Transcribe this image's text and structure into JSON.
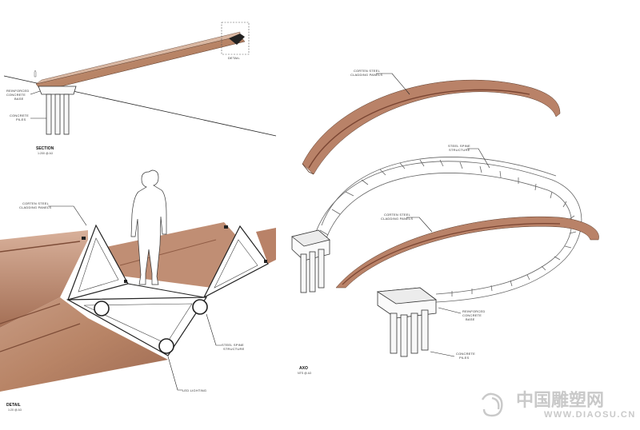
{
  "section": {
    "title": "SECTION",
    "scale": "1:200 @ A3",
    "labels": {
      "base": [
        "REINFORCED",
        "CONCRETE",
        "BASE"
      ],
      "piles": [
        "CONCRETE",
        "PILES"
      ],
      "detail": "DETAIL"
    }
  },
  "detail": {
    "title": "DETAIL",
    "scale": "1:20 @ A3",
    "labels": {
      "cladding": [
        "CORTEN STEEL",
        "CLADDING PANELS"
      ],
      "spine": [
        "STEEL SPINE",
        "STRUCTURE"
      ],
      "lighting": "LED LIGHTING"
    }
  },
  "axo": {
    "title": "AXO",
    "scale": "NTS @ A3",
    "labels": {
      "cladding_top": [
        "CORTEN STEEL",
        "CLADDING PANELS"
      ],
      "spine": [
        "STEEL SPINE",
        "STRUCTURE"
      ],
      "cladding_bottom": [
        "CORTEN STEEL",
        "CLADDING PANELS"
      ],
      "base": [
        "REINFORCED",
        "CONCRETE",
        "BASE"
      ],
      "piles": [
        "CONCRETE",
        "PILES"
      ]
    }
  },
  "watermark": {
    "cn": "中国雕塑网",
    "en": "WWW.DIAOSU.CN"
  },
  "colors": {
    "corten_dark": "#8a5540",
    "corten_mid": "#b98268",
    "corten_light": "#d5a990",
    "line": "#222222",
    "watermark": "#c9c9c9"
  }
}
